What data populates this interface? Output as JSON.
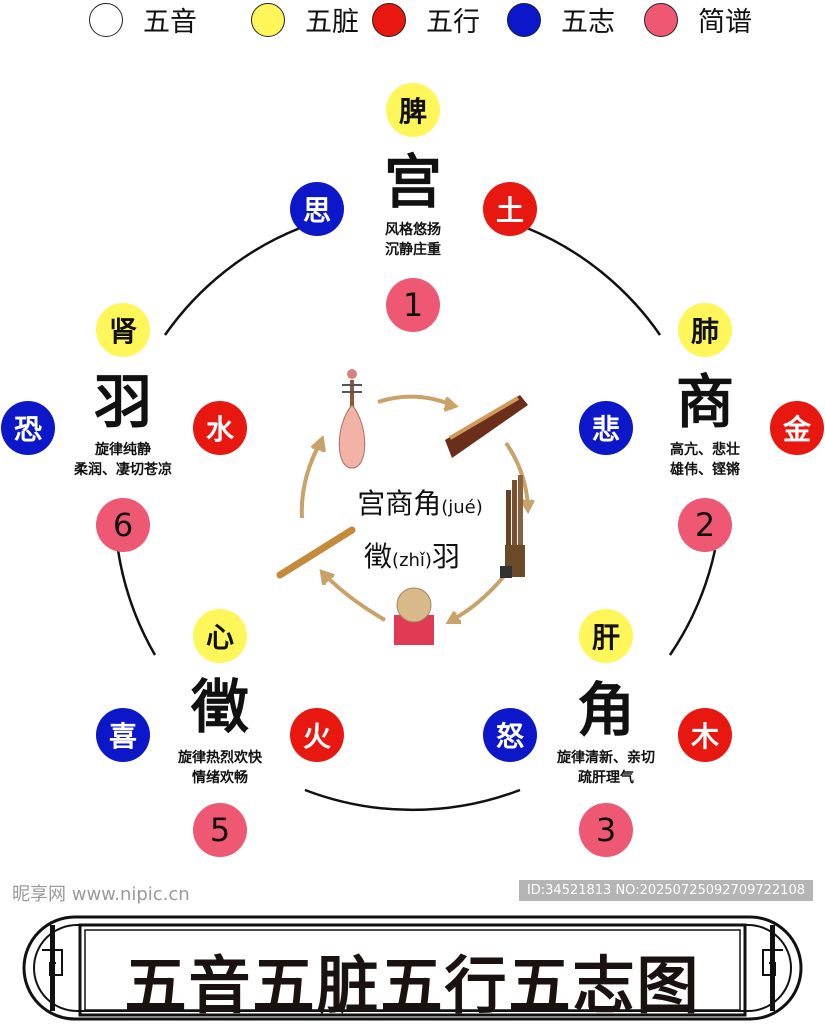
{
  "legend": [
    {
      "label": "五音",
      "color": "#ffffff"
    },
    {
      "label": "五脏",
      "color": "#fff65a"
    },
    {
      "label": "五行",
      "color": "#e8170f"
    },
    {
      "label": "五志",
      "color": "#0c17c9"
    },
    {
      "label": "简谱",
      "color": "#ef5873"
    }
  ],
  "notes": {
    "gong": {
      "organ": "脾",
      "tone": "宫",
      "element": "土",
      "emotion": "思",
      "number": "1",
      "desc1": "风格悠扬",
      "desc2": "沉静庄重"
    },
    "shang": {
      "organ": "肺",
      "tone": "商",
      "element": "金",
      "emotion": "悲",
      "number": "2",
      "desc1": "高亢、悲壮",
      "desc2": "雄伟、铿锵"
    },
    "jue": {
      "organ": "肝",
      "tone": "角",
      "element": "木",
      "emotion": "怒",
      "number": "3",
      "desc1": "旋律清新、亲切",
      "desc2": "疏肝理气"
    },
    "zhi": {
      "organ": "心",
      "tone": "徵",
      "element": "火",
      "emotion": "喜",
      "number": "5",
      "desc1": "旋律热烈欢快",
      "desc2": "情绪欢畅"
    },
    "yu": {
      "organ": "肾",
      "tone": "羽",
      "element": "水",
      "emotion": "恐",
      "number": "6",
      "desc1": "旋律纯静",
      "desc2": "柔润、凄切苍凉"
    }
  },
  "center": {
    "line1": "宫商角",
    "line1_pinyin": "(jué)",
    "line2a": "徵",
    "line2_pinyin": "(zhǐ)",
    "line2b": "羽"
  },
  "title": "五音五脏五行五志图",
  "watermark": {
    "site": "昵享网 www.nipic.cn",
    "id": "ID:34521813 NO:20250725092709722108"
  }
}
